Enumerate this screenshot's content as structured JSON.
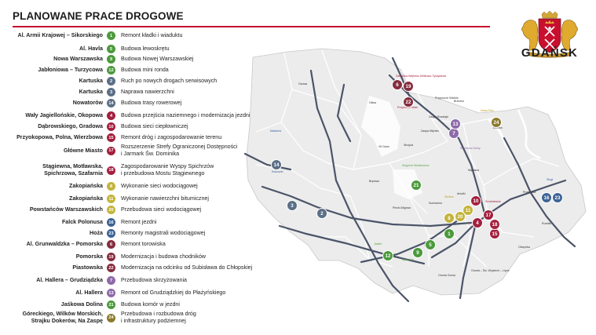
{
  "title": "PLANOWANE PRACE DROGOWE",
  "logo": {
    "wordmark": "GDAŃSK",
    "icon": "gdansk-coat-of-arms-icon"
  },
  "colors": {
    "accent": "#c8102e",
    "green": "#4c9a3c",
    "blue": "#3d6396",
    "slate": "#5b6f86",
    "yellow": "#c3b43b",
    "red": "#a3203e",
    "maroon": "#862d3f",
    "purple": "#8e6aa8",
    "olive": "#8a7a2c"
  },
  "works": [
    {
      "street": "Al. Armii Krajowej – Sikorskiego",
      "num": "1",
      "color": "#4c9a3c",
      "desc": "Remont kładki i wiaduktu"
    },
    {
      "street": "Al. Havla",
      "num": "5",
      "color": "#4c9a3c",
      "desc": "Budowa lewoskrętu"
    },
    {
      "street": "Nowa Warszawska",
      "num": "9",
      "color": "#4c9a3c",
      "desc": "Budowa Nowej Warszawskiej"
    },
    {
      "street": "Jabłoniowa – Turzycowa",
      "num": "12",
      "color": "#4c9a3c",
      "desc": "Budowa mini ronda"
    },
    {
      "street": "Kartuska",
      "num": "2",
      "color": "#5b6f86",
      "desc": "Ruch po nowych drogach serwisowych"
    },
    {
      "street": "Kartuska",
      "num": "3",
      "color": "#5b6f86",
      "desc": "Naprawa nawierzchni"
    },
    {
      "street": "Nowatorów",
      "num": "14",
      "color": "#5b6f86",
      "desc": "Budowa trasy rowerowej"
    },
    {
      "street": "Wały Jagiellońskie, Okopowa",
      "num": "4",
      "color": "#a3203e",
      "desc": "Budowa przejścia naziemnego i modernizacja jezdni"
    },
    {
      "street": "Dąbrowskiego, Gradowa",
      "num": "10",
      "color": "#a3203e",
      "desc": "Budowa sieci ciepłowniczej"
    },
    {
      "street": "Przyokopowa, Polna, Wierzbowa",
      "num": "15",
      "color": "#a3203e",
      "desc": "Remont dróg i zagospodarowanie terenu"
    },
    {
      "street": "Główne Miasto",
      "num": "17",
      "color": "#a3203e",
      "desc": "Rozszerzenie Strefy Ograniczonej Dostępności\ni Jarmark Św. Dominika"
    },
    {
      "street": "Stągiewna, Motławska,\nSpichrzowa, Szafarnia",
      "num": "18",
      "color": "#a3203e",
      "desc": "Zagospodarowanie Wyspy Spichrzów\ni przebudowa Mostu Stągiewnego"
    },
    {
      "street": "Zakopiańska",
      "num": "8",
      "color": "#c3b43b",
      "desc": "Wykonanie sieci wodociągowej"
    },
    {
      "street": "Zakopiańska",
      "num": "11",
      "color": "#c3b43b",
      "desc": "Wykonanie nawierzchni bitumicznej"
    },
    {
      "street": "Powstańców Warszawskich",
      "num": "20",
      "color": "#c3b43b",
      "desc": "Przebudowa sieci wodociągowej"
    },
    {
      "street": "Falck Polonusa",
      "num": "16",
      "color": "#3d6396",
      "desc": "Remont jezdni"
    },
    {
      "street": "Hoża",
      "num": "23",
      "color": "#3d6396",
      "desc": "Remonty magistrali wodociągowej"
    },
    {
      "street": "Al. Grunwaldzka – Pomorska",
      "num": "6",
      "color": "#862d3f",
      "desc": "Remont torowiska"
    },
    {
      "street": "Pomorska",
      "num": "19",
      "color": "#862d3f",
      "desc": "Modernizacja i budowa chodników"
    },
    {
      "street": "Piastowska",
      "num": "22",
      "color": "#862d3f",
      "desc": "Modernizacja na odcinku od Subisława do Chłopskiej"
    },
    {
      "street": "Al. Hallera – Grudziądzka",
      "num": "7",
      "color": "#8e6aa8",
      "desc": "Przebudowa skrzyżowania"
    },
    {
      "street": "Al. Hallera",
      "num": "13",
      "color": "#8e6aa8",
      "desc": "Remont od Grudziądzkiej do Płażyńskiego"
    },
    {
      "street": "Jaśkowa Dolina",
      "num": "21",
      "color": "#4c9a3c",
      "desc": "Budowa komór w jezdni"
    },
    {
      "street": "Góreckiego, Wilków Morskich,\nStrajku Dokerów, Na Zaspę",
      "num": "24",
      "color": "#8a7a2c",
      "desc": "Przebudowa i rozbudowa dróg\ni infrastruktury podziemnej"
    }
  ],
  "map": {
    "districts": [
      {
        "name": "Osowa",
        "style": "district"
      },
      {
        "name": "Oliwa",
        "style": "district"
      },
      {
        "name": "VII Dwór",
        "style": "district"
      },
      {
        "name": "Brętowo",
        "style": "district"
      },
      {
        "name": "Strzyża",
        "style": "district"
      },
      {
        "name": "Zaspa Młyniec",
        "style": "district"
      },
      {
        "name": "Zaspa Rozstaje",
        "style": "district"
      },
      {
        "name": "Przymorze Wielkie",
        "style": "district"
      },
      {
        "name": "Brzeźno",
        "style": "district"
      },
      {
        "name": "Letnica",
        "style": "district"
      },
      {
        "name": "Młyniska",
        "style": "district"
      },
      {
        "name": "Aniołki",
        "style": "district"
      },
      {
        "name": "Suchanino",
        "style": "district"
      },
      {
        "name": "Piecki-Migowo",
        "style": "district"
      },
      {
        "name": "Przeróbka",
        "style": "district"
      },
      {
        "name": "Rudniki",
        "style": "district"
      },
      {
        "name": "Olszynka",
        "style": "district"
      },
      {
        "name": "Orunia Górna",
        "style": "district"
      },
      {
        "name": "Orunia – Św. Wojciech – Lipce",
        "style": "district"
      },
      {
        "name": "Matarnia",
        "style": "district-b"
      },
      {
        "name": "Kokoszki",
        "style": "district-b"
      },
      {
        "name": "Stogi",
        "style": "district-b"
      },
      {
        "name": "Jasień",
        "style": "district-g"
      },
      {
        "name": "Ujeścisko",
        "style": "district-g"
      },
      {
        "name": "Chełm",
        "style": "district-g"
      },
      {
        "name": "Wzgórze Mickiewicza",
        "style": "district-g"
      },
      {
        "name": "Śródmieście",
        "style": "district-r"
      },
      {
        "name": "Przymorze Małe",
        "style": "district-r"
      },
      {
        "name": "Żabianka-Wejhera-Jelitkowo-Tysiąclecia",
        "style": "district-r"
      },
      {
        "name": "Wrzeszcz Dolny",
        "style": "district-p"
      },
      {
        "name": "Siedlce",
        "style": "district-y"
      },
      {
        "name": "Nowy Port",
        "style": "district-y"
      }
    ]
  }
}
